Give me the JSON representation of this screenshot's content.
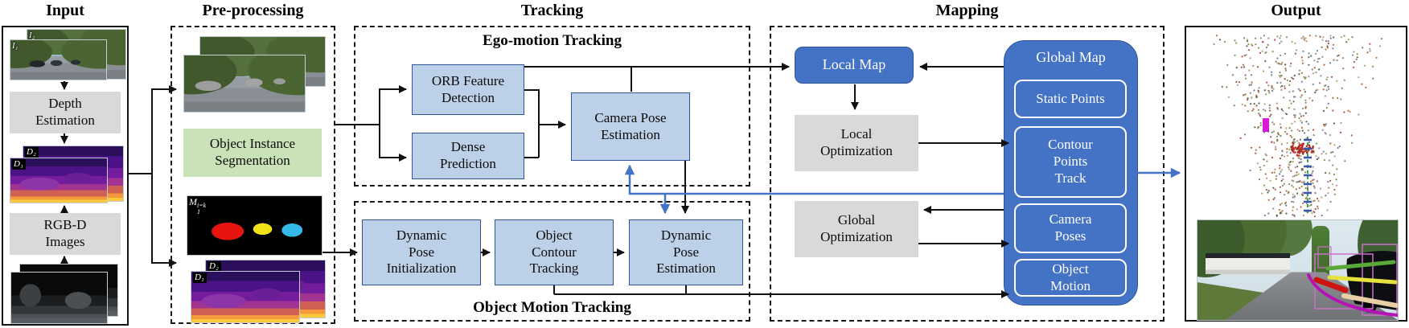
{
  "headers": {
    "input": "Input",
    "preprocessing": "Pre-processing",
    "tracking": "Tracking",
    "mapping": "Mapping",
    "output": "Output"
  },
  "input": {
    "frames": {
      "i2": "I₂",
      "i1": "I₁",
      "d2": "D₂",
      "d1": "D₁"
    },
    "depth_estimation": "Depth Estimation",
    "rgbd_images": "RGB-D Images"
  },
  "preprocessing": {
    "segmentation": "Object Instance Segmentation",
    "mask_label": {
      "base": "M",
      "sub": "1",
      "sup": "i=k"
    },
    "frames": {
      "d2": "D₂",
      "d1": "D₁"
    }
  },
  "tracking": {
    "ego_title": "Ego-motion Tracking",
    "orb_feature_detection": "ORB Feature Detection",
    "dense_prediction": "Dense Prediction",
    "camera_pose_estimation": "Camera Pose Estimation",
    "object_title": "Object Motion Tracking",
    "dynamic_pose_initialization": "Dynamic Pose Initialization",
    "object_contour_tracking": "Object Contour Tracking",
    "dynamic_pose_estimation": "Dynamic Pose Estimation"
  },
  "mapping": {
    "local_map": "Local Map",
    "local_optimization": "Local Optimization",
    "global_optimization": "Global Optimization",
    "global_map": {
      "title": "Global Map",
      "items": [
        "Static Points",
        "Contour Points Track",
        "Camera Poses",
        "Object Motion"
      ]
    }
  },
  "colors": {
    "accent_blue": "#4472c4",
    "box_blue": "#bcd0e8",
    "box_gray": "#d9d9d9",
    "box_green": "#c9e2b8"
  }
}
